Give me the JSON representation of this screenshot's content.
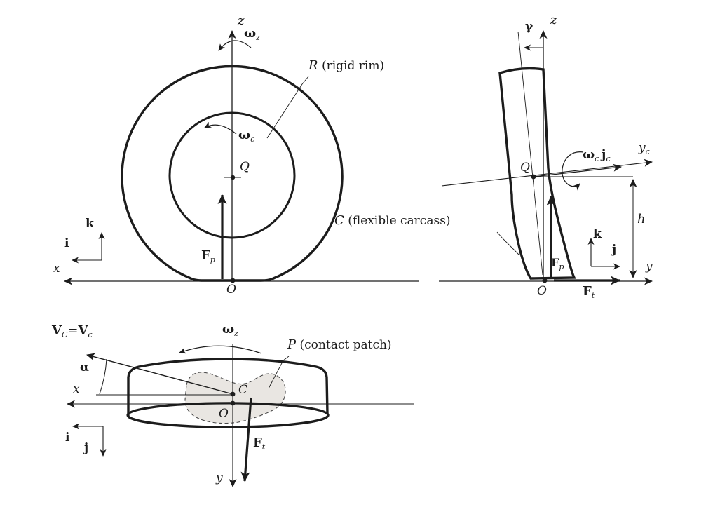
{
  "colors": {
    "ink": "#1c1c1c",
    "patch_fill": "#e9e6e2"
  },
  "front_view": {
    "z_label": "z",
    "omega_z": {
      "sym": "ω",
      "sub": "z"
    },
    "rim": {
      "cal": "R",
      "rest": "(rigid rim)"
    },
    "omega_c": {
      "sym": "ω",
      "sub": "c"
    },
    "q": "Q",
    "fp": {
      "sym": "F",
      "sub": "p"
    },
    "k": "k",
    "i": "i",
    "x": "x",
    "o": "O"
  },
  "side_view": {
    "gamma": "γ",
    "z_label": "z",
    "omega_jc": {
      "sym1": "ω",
      "sub1": "c",
      "sym2": "j",
      "sub2": "c"
    },
    "yc": {
      "sym": "y",
      "sub": "c"
    },
    "q": "Q",
    "h": "h",
    "carcass": {
      "cal": "C",
      "rest": "(flexible carcass)"
    },
    "k": "k",
    "j": "j",
    "fp": {
      "sym": "F",
      "sub": "p"
    },
    "y": "y",
    "o": "O",
    "ft": {
      "sym": "F",
      "sub": "t"
    }
  },
  "top_view": {
    "velocity": {
      "v1": "V",
      "s1": "C",
      "eq": "=",
      "v2": "V",
      "s2": "c"
    },
    "alpha": "α",
    "omega_z": {
      "sym": "ω",
      "sub": "z"
    },
    "patch": {
      "cal": "P",
      "rest": "(contact patch)"
    },
    "x": "x",
    "c": "C",
    "o": "O",
    "i": "i",
    "j": "j",
    "ft": {
      "sym": "F",
      "sub": "t"
    },
    "y": "y"
  }
}
